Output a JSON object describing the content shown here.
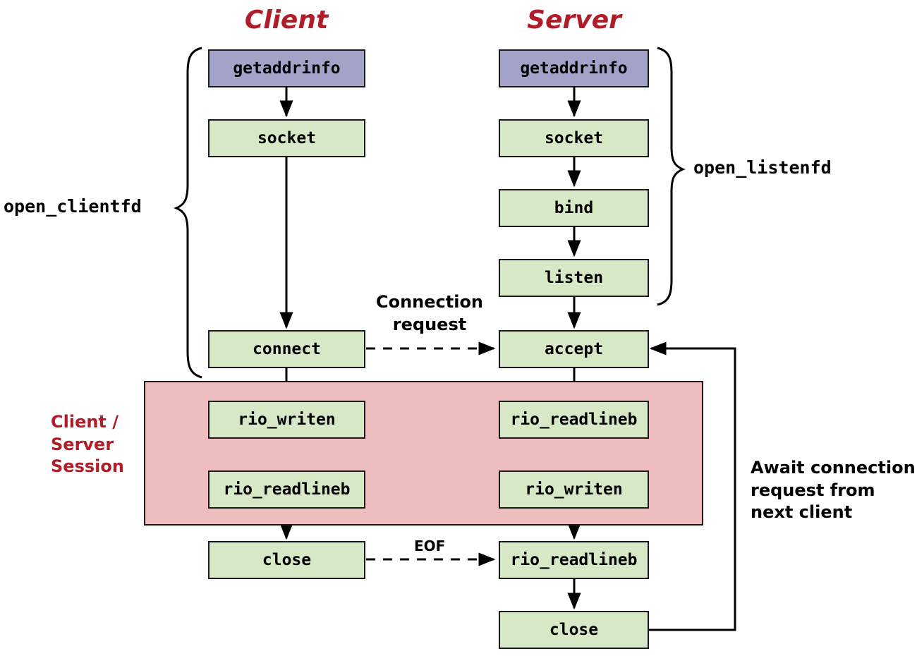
{
  "diagram": {
    "title_client": "Client",
    "title_server": "Server",
    "brace_left_label": "open_clientfd",
    "brace_right_label": "open_listenfd",
    "session_label": "Client /\nServer\nSession",
    "session_label_lines": [
      "Client /",
      "Server",
      "Session"
    ],
    "connection_request_lines": [
      "Connection",
      "request"
    ],
    "eof_label": "EOF",
    "await_lines": [
      "Await connection",
      "request from",
      "next client"
    ]
  },
  "colors": {
    "green_box": "#d6e8c6",
    "purple_box": "#a3a3ca",
    "session_region": "#eebebe",
    "heading_red": "#b01c28",
    "stroke": "#1a1a1a"
  },
  "client_nodes": [
    {
      "id": "client-getaddrinfo",
      "label": "getaddrinfo",
      "style": "purple"
    },
    {
      "id": "client-socket",
      "label": "socket",
      "style": "green"
    },
    {
      "id": "client-connect",
      "label": "connect",
      "style": "green"
    },
    {
      "id": "client-rio-writen",
      "label": "rio_writen",
      "style": "green"
    },
    {
      "id": "client-rio-readlineb",
      "label": "rio_readlineb",
      "style": "green"
    },
    {
      "id": "client-close",
      "label": "close",
      "style": "green"
    }
  ],
  "server_nodes": [
    {
      "id": "server-getaddrinfo",
      "label": "getaddrinfo",
      "style": "purple"
    },
    {
      "id": "server-socket",
      "label": "socket",
      "style": "green"
    },
    {
      "id": "server-bind",
      "label": "bind",
      "style": "green"
    },
    {
      "id": "server-listen",
      "label": "listen",
      "style": "green"
    },
    {
      "id": "server-accept",
      "label": "accept",
      "style": "green"
    },
    {
      "id": "server-rio-readlineb",
      "label": "rio_readlineb",
      "style": "green"
    },
    {
      "id": "server-rio-writen",
      "label": "rio_writen",
      "style": "green"
    },
    {
      "id": "server-rio-readlineb-eof",
      "label": "rio_readlineb",
      "style": "green"
    },
    {
      "id": "server-close",
      "label": "close",
      "style": "green"
    }
  ]
}
